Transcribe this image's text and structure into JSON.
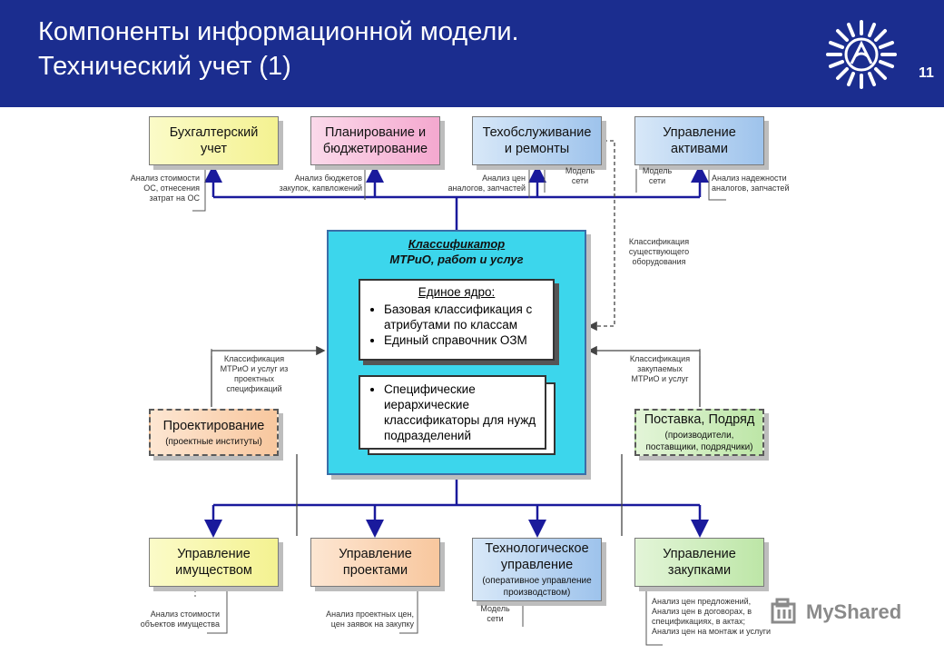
{
  "header": {
    "title_line1": "Компоненты информационной модели.",
    "title_line2": "Технический учет (1)",
    "page_number": "11",
    "colors": {
      "background": "#1b2d8f",
      "text": "#ffffff"
    }
  },
  "logo": {
    "icon": "company-emblem-icon"
  },
  "top_boxes": [
    {
      "label": "Бухгалтерский\nучет",
      "color": "#f4f291"
    },
    {
      "label": "Планирование и\nбюджетирование",
      "color": "#f4a8cf"
    },
    {
      "label": "Техобслуживание\nи ремонты",
      "color": "#9ec3ec"
    },
    {
      "label": "Управление\nактивами",
      "color": "#9ec3ec"
    }
  ],
  "top_annotations": [
    "Анализ стоимости\nОС, отнесения\nзатрат на ОС",
    "Анализ бюджетов\nзакупок, капвложений",
    "Анализ цен\nаналогов, запчастей",
    "Модель\nсети",
    "Модель\nсети",
    "Анализ надежности\nаналогов, запчастей"
  ],
  "classifier": {
    "title_line1": "Классификатор",
    "title_line2": "МТРиО, работ и услуг",
    "core_title": "Единое ядро:",
    "core_items": [
      "Базовая классификация с атрибутами по классам",
      "Единый справочник ОЗМ"
    ],
    "specific_items": [
      "Специфические иерархические классификаторы для нужд подразделений"
    ]
  },
  "side_annotations": {
    "left": "Классификация\nМТРиО и услуг из\nпроектных\nспецификаций",
    "right_top": "Классификация\nсуществующего\nоборудования",
    "right": "Классификация\nзакупаемых\nМТРиО и услуг"
  },
  "side_boxes": {
    "left": {
      "label": "Проектирование",
      "sub": "(проектные институты)"
    },
    "right": {
      "label": "Поставка, Подряд",
      "sub": "(производители,\nпоставщики, подрядчики)"
    }
  },
  "bottom_boxes": [
    {
      "label": "Управление\nимуществом",
      "sub": ""
    },
    {
      "label": "Управление\nпроектами",
      "sub": ""
    },
    {
      "label": "Технологическое\nуправление",
      "sub": "(оперативное управление\nпроизводством)"
    },
    {
      "label": "Управление\nзакупками",
      "sub": ""
    }
  ],
  "bottom_annotations": [
    "Анализ стоимости\nобъектов имущества",
    "Анализ проектных цен,\nцен заявок на закупку",
    "Модель\nсети",
    "Анализ цен предложений,\nАнализ цен в договорах, в\nспецификациях, в актах;\nАнализ цен на монтаж и услуги"
  ],
  "watermark": {
    "text": "MyShared",
    "icon": "myshared-logo-icon"
  },
  "colors": {
    "connector": "#1a1a9c",
    "classifier_fill": "#3cd6ec",
    "annotation_line": "#555555"
  }
}
